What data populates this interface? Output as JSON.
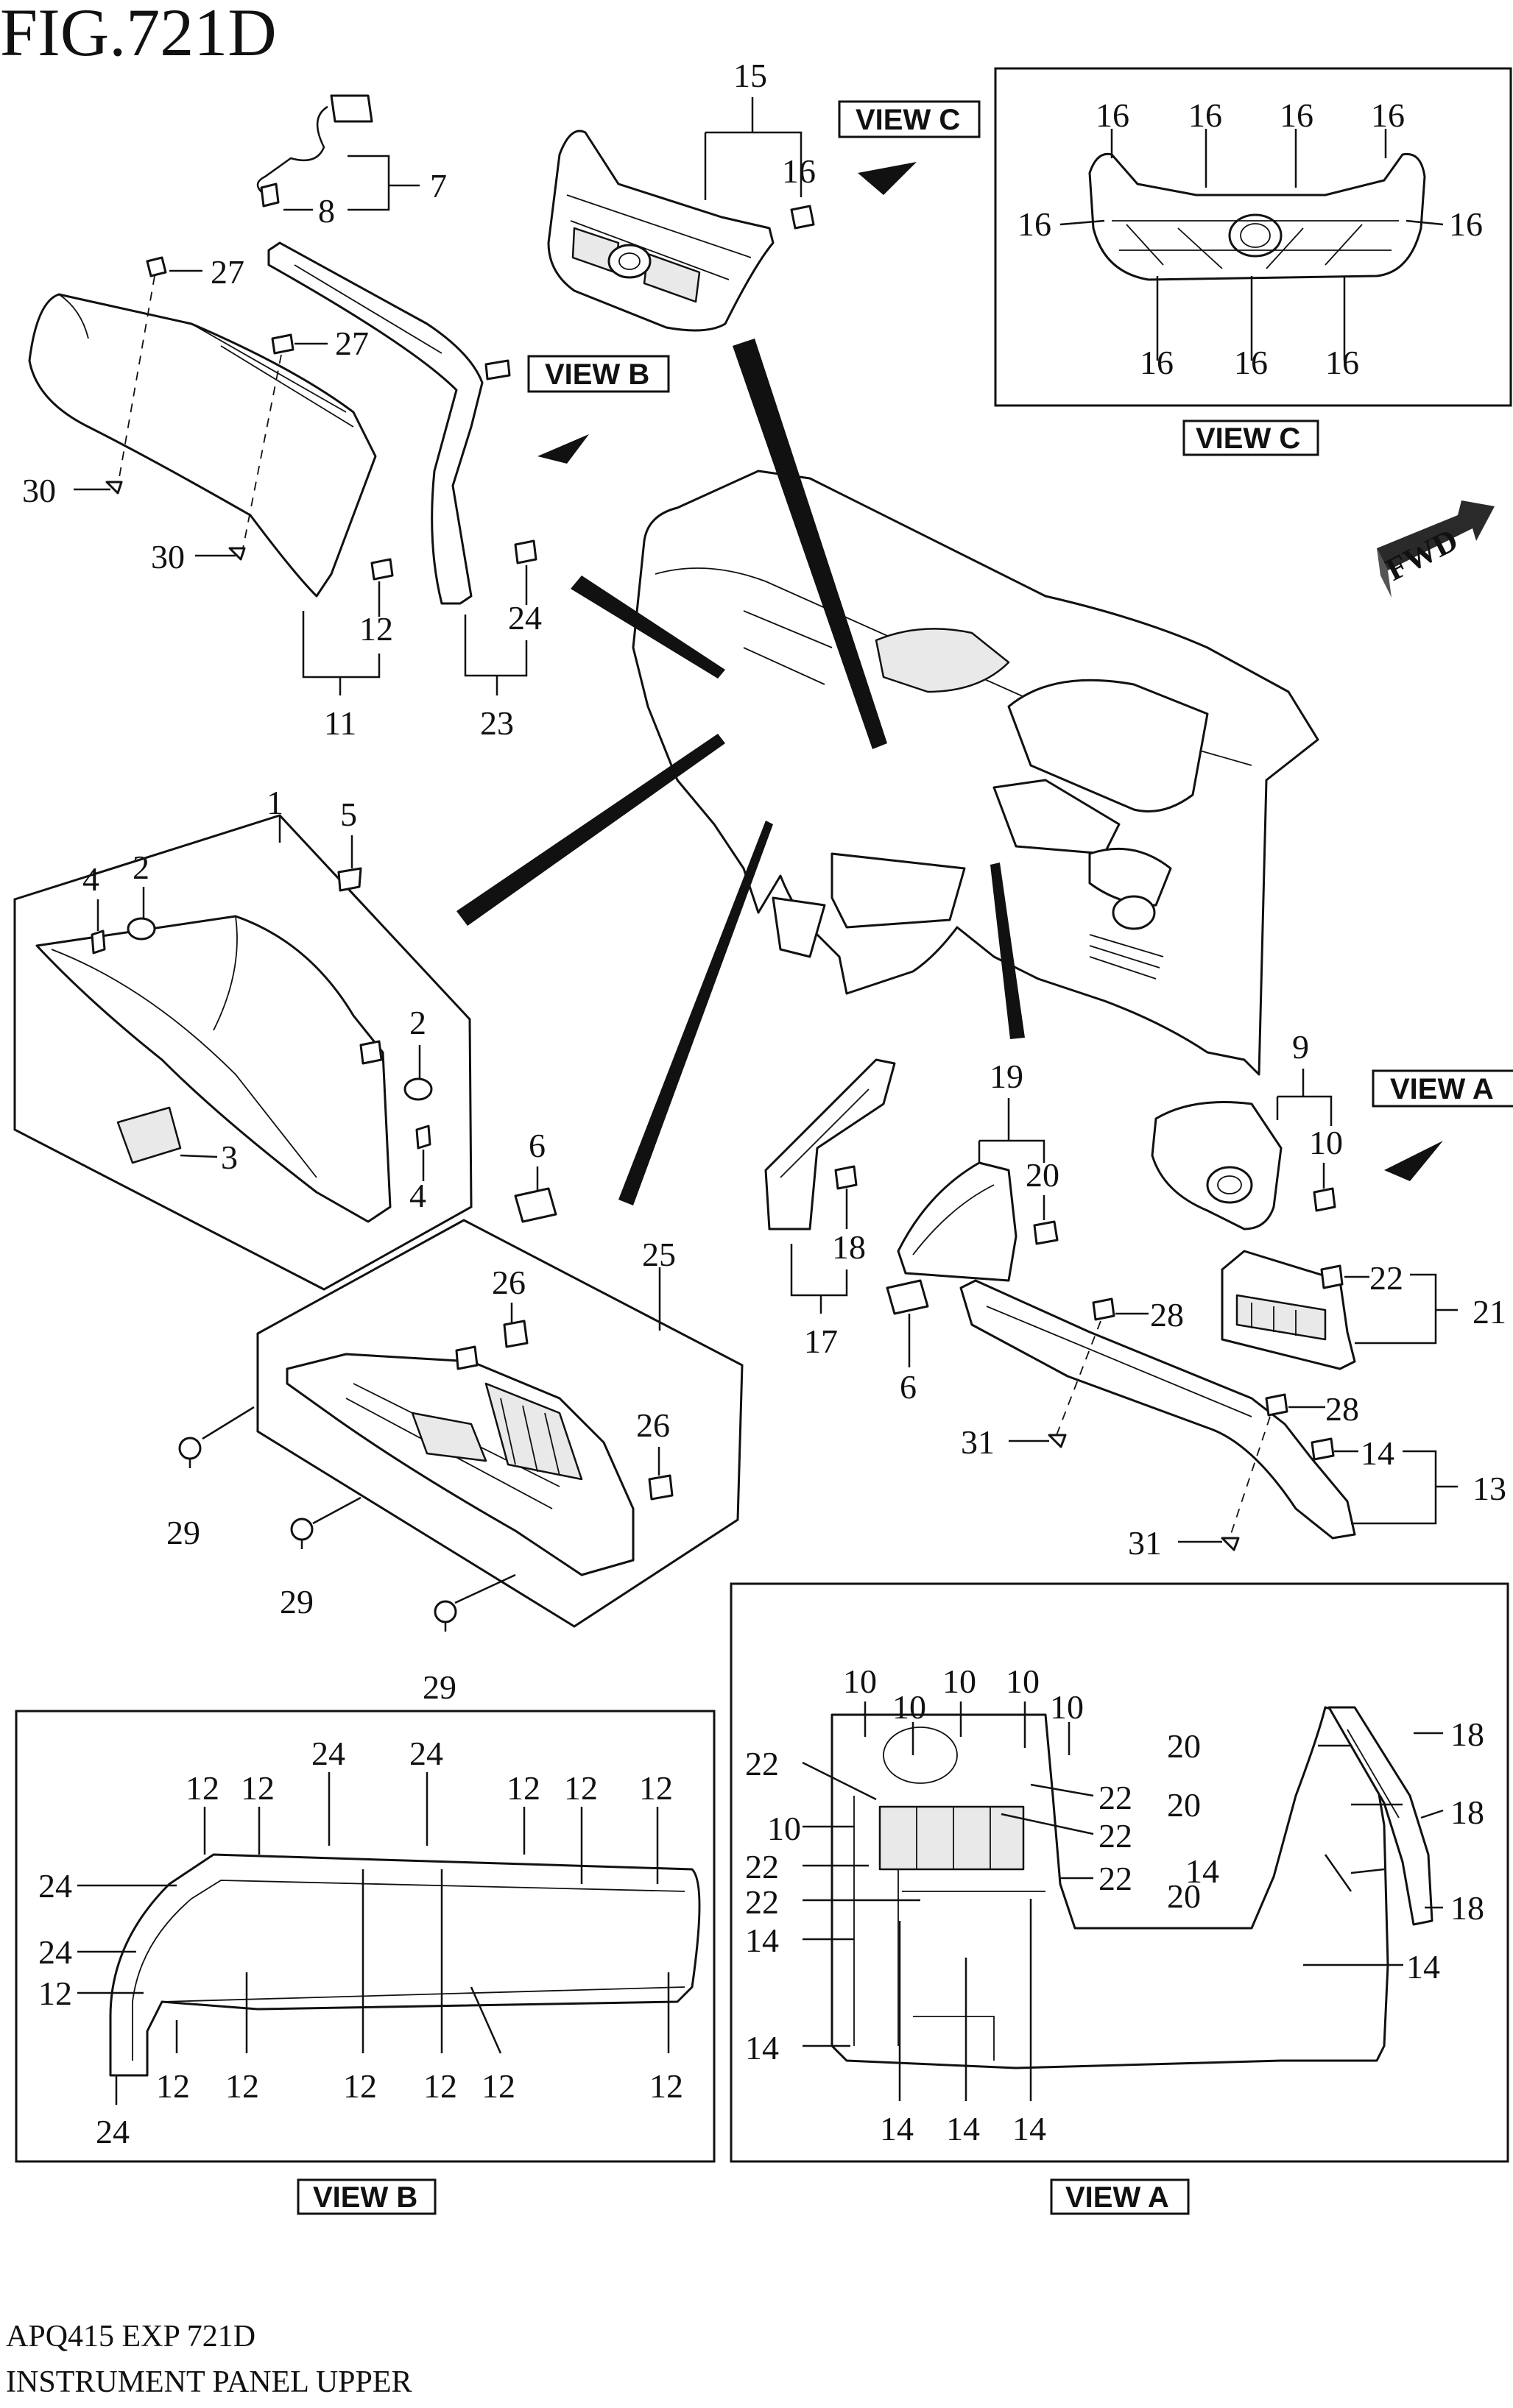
{
  "figure": {
    "title": "FIG.721D",
    "code": "APQ415 EXP 721D",
    "name": "INSTRUMENT PANEL UPPER"
  },
  "views": {
    "view_a": "VIEW A",
    "view_b": "VIEW B",
    "view_c": "VIEW C"
  },
  "direction": "FWD",
  "callouts": [
    "1",
    "2",
    "3",
    "4",
    "5",
    "6",
    "7",
    "8",
    "9",
    "10",
    "11",
    "12",
    "13",
    "14",
    "15",
    "16",
    "17",
    "18",
    "19",
    "20",
    "21",
    "22",
    "23",
    "24",
    "25",
    "26",
    "27",
    "28",
    "29",
    "30",
    "31"
  ]
}
